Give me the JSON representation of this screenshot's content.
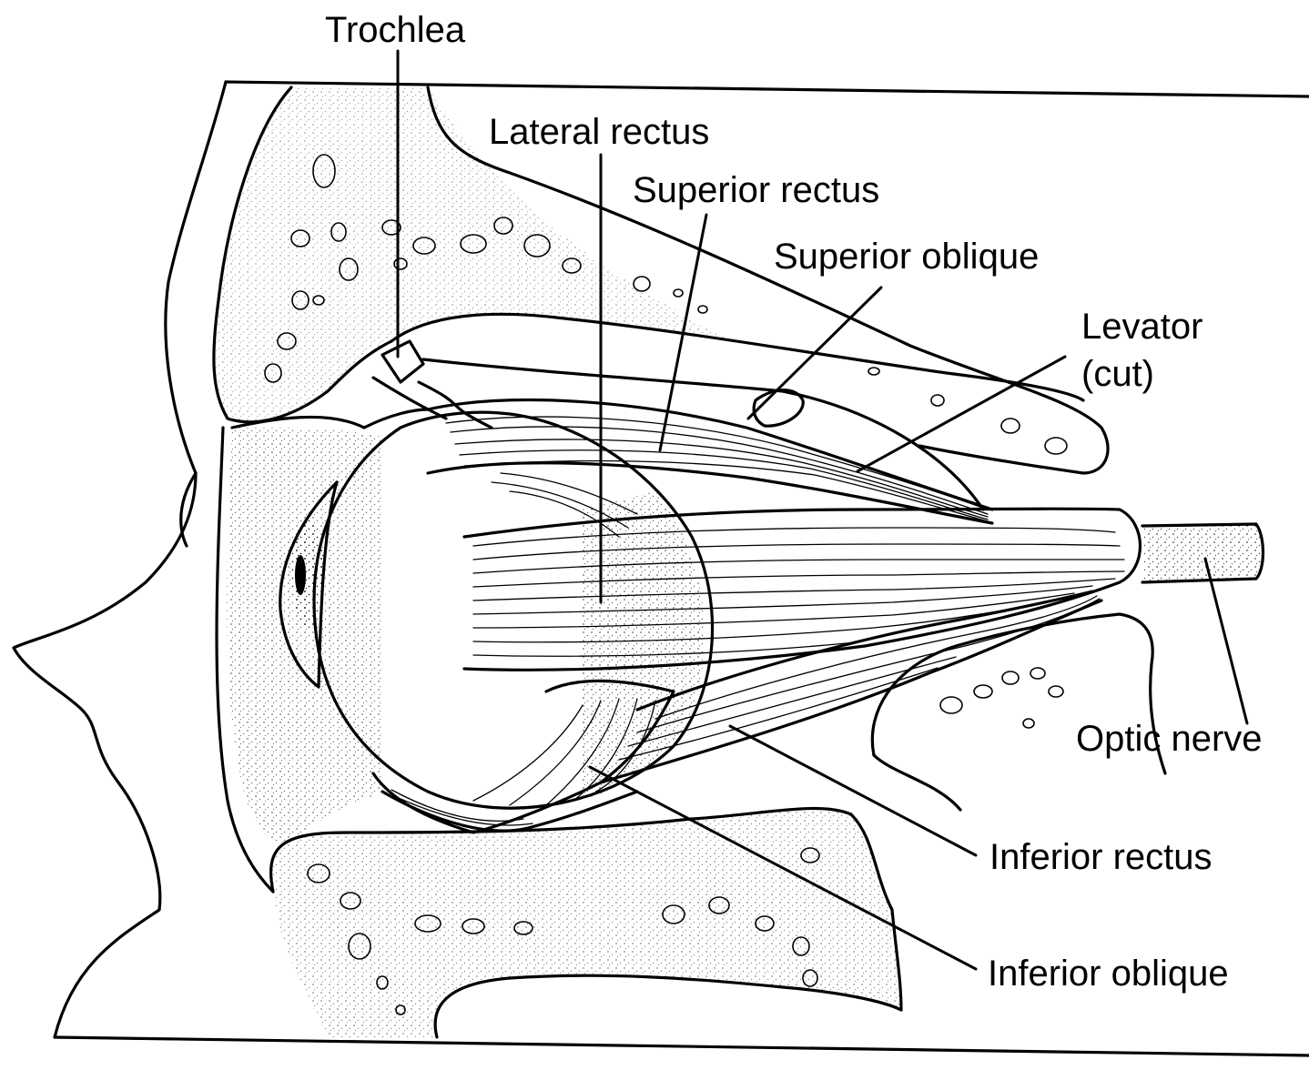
{
  "labels": {
    "trochlea": "Trochlea",
    "lateral_rectus": "Lateral rectus",
    "superior_rectus": "Superior rectus",
    "superior_oblique": "Superior oblique",
    "levator_line1": "Levator",
    "levator_line2": "(cut)",
    "optic_nerve": "Optic nerve",
    "inferior_rectus": "Inferior rectus",
    "inferior_oblique": "Inferior oblique"
  },
  "colors": {
    "ink": "#000000",
    "paper": "#ffffff"
  }
}
